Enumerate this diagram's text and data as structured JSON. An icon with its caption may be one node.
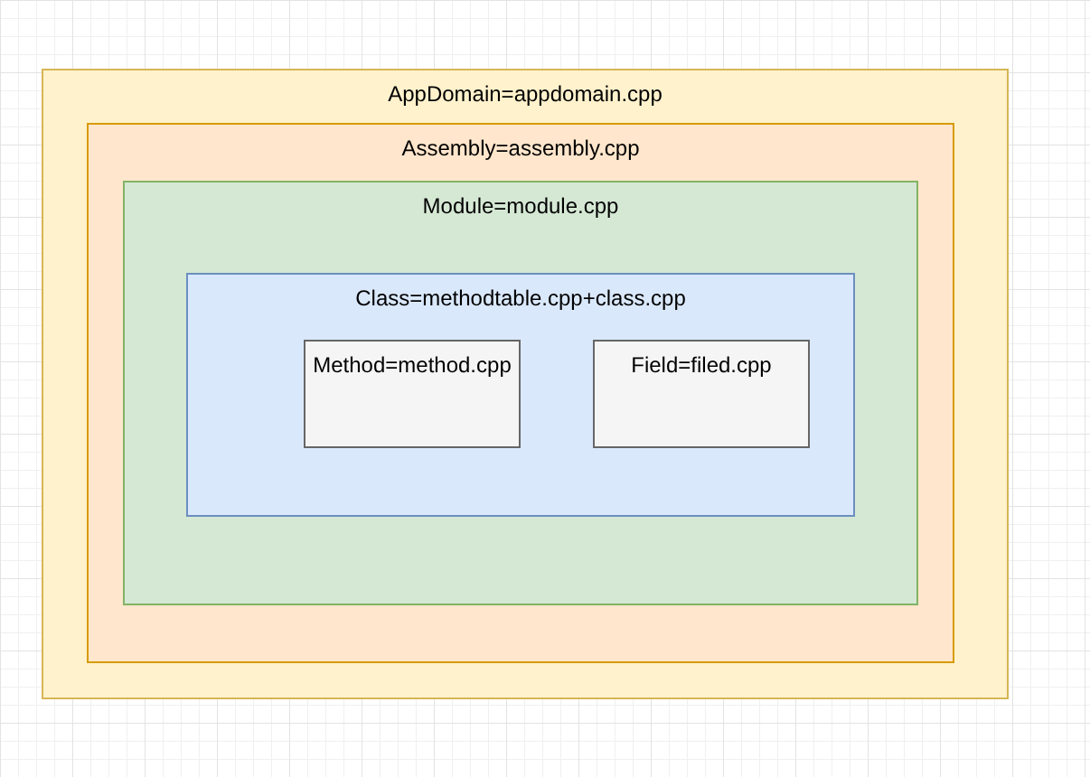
{
  "diagram": {
    "nodes": [
      {
        "text": [
          "AppDomain=appdomain.cpp"
        ]
      },
      {
        "text": [
          "Assembly=assembly.cpp"
        ],
        "in": 0
      },
      {
        "text": [
          "Module=module.cpp"
        ],
        "in": 1
      },
      {
        "text": [
          "Class=methodtable.cpp+class.cpp"
        ],
        "in": 2
      },
      {
        "text": [
          "Method=method.cpp"
        ],
        "in": 3
      },
      {
        "text": [
          "Field=filed.cpp"
        ],
        "in": 3
      }
    ]
  }
}
